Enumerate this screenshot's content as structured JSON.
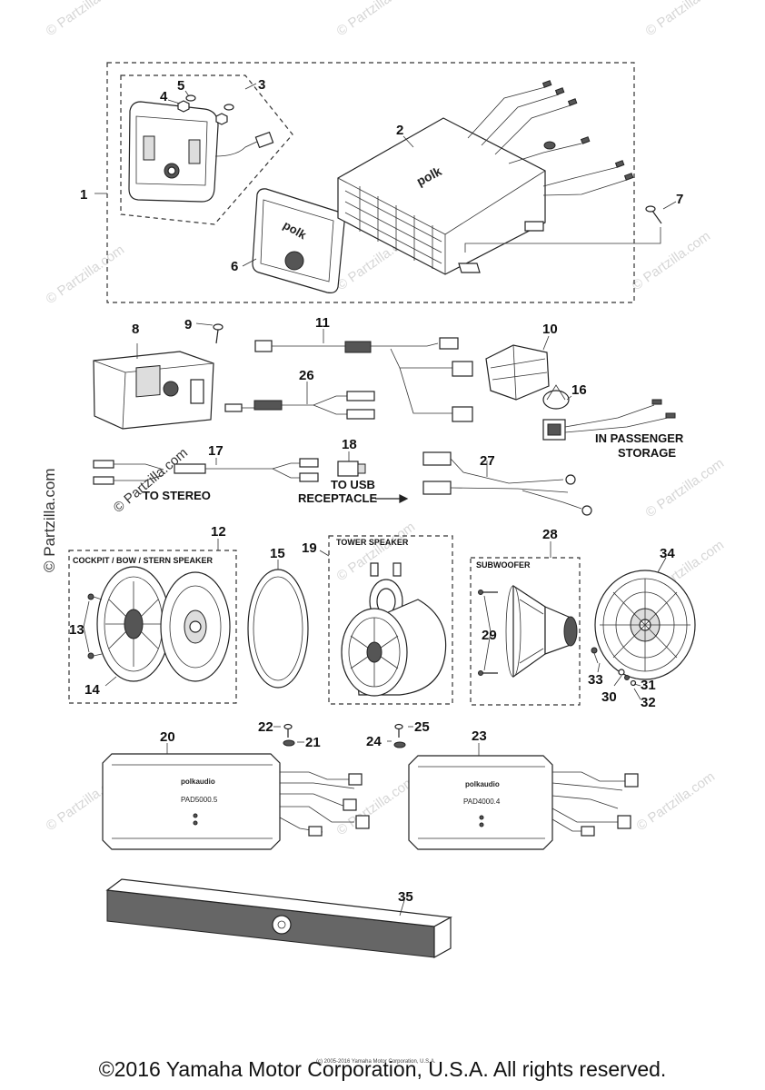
{
  "watermark": {
    "text": "© Partzilla.com"
  },
  "callouts": {
    "n1": "1",
    "n2": "2",
    "n3": "3",
    "n4": "4",
    "n5": "5",
    "n6": "6",
    "n7": "7",
    "n8": "8",
    "n9": "9",
    "n10": "10",
    "n11": "11",
    "n12": "12",
    "n13": "13",
    "n14": "14",
    "n15": "15",
    "n16": "16",
    "n17": "17",
    "n18": "18",
    "n19": "19",
    "n20": "20",
    "n21": "21",
    "n22": "22",
    "n23": "23",
    "n24": "24",
    "n25": "25",
    "n26": "26",
    "n27": "27",
    "n28": "28",
    "n29": "29",
    "n30": "30",
    "n31": "31",
    "n32": "32",
    "n33": "33",
    "n34": "34",
    "n35": "35"
  },
  "labels": {
    "in_passenger": "IN PASSENGER",
    "storage": "STORAGE",
    "to_stereo": "TO STEREO",
    "to_usb": "TO USB",
    "receptacle": "RECEPTACLE",
    "cockpit_speaker": "COCKPIT / BOW / STERN SPEAKER",
    "tower_speaker": "TOWER SPEAKER",
    "subwoofer": "SUBWOOFER"
  },
  "product_marks": {
    "polk": "polk",
    "brand": "polkaudio",
    "amp_left_model": "PAD5000.5",
    "amp_right_model": "PAD4000.4"
  },
  "small_copyright": "(c) 2005-2016 Yamaha Motor Corporation, U.S.A.",
  "footer": {
    "copyright": "©2016 Yamaha Motor Corporation, U.S.A. All rights reserved."
  }
}
